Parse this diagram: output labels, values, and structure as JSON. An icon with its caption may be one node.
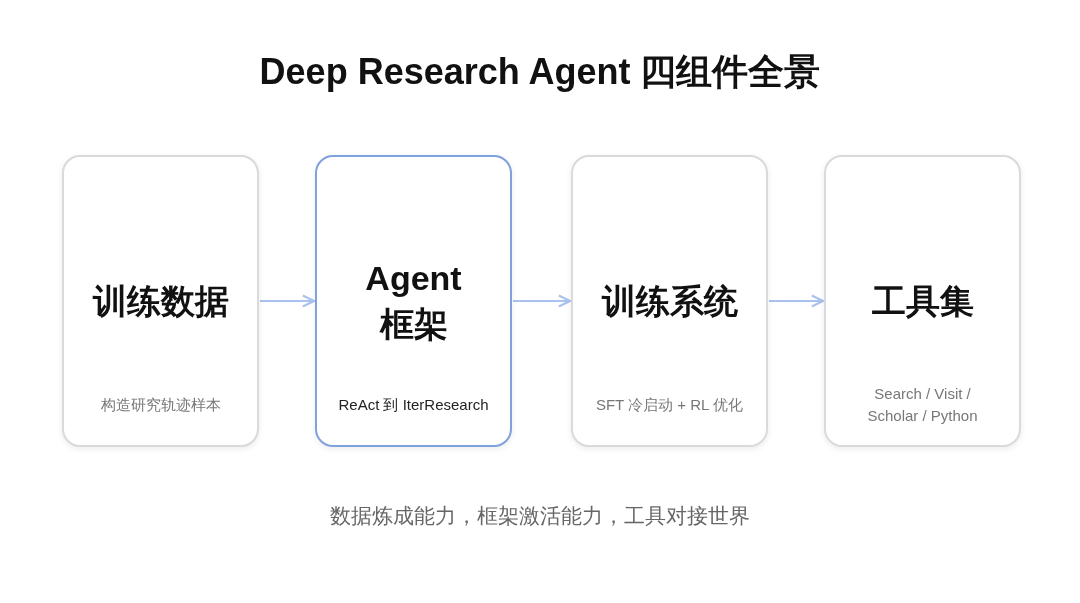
{
  "diagram": {
    "title": "Deep Research Agent 四组件全景",
    "nodes": [
      {
        "text": [
          "训练数据",
          "构造研究轨迹样本"
        ]
      },
      {
        "text": [
          "Agent 框架",
          "ReAct 到 IterResearch"
        ]
      },
      {
        "text": [
          "训练系统",
          "SFT 冷启动 + RL 优化"
        ]
      },
      {
        "text": [
          "工具集",
          "Search / Visit / Scholar / Python"
        ]
      }
    ],
    "edges": [
      {
        "from": 0,
        "to": 1,
        "arrow": "to"
      },
      {
        "from": 1,
        "to": 2,
        "arrow": "to"
      },
      {
        "from": 2,
        "to": 3,
        "arrow": "to"
      }
    ],
    "caption": "数据炼成能力，框架激活能力，工具对接世界"
  }
}
